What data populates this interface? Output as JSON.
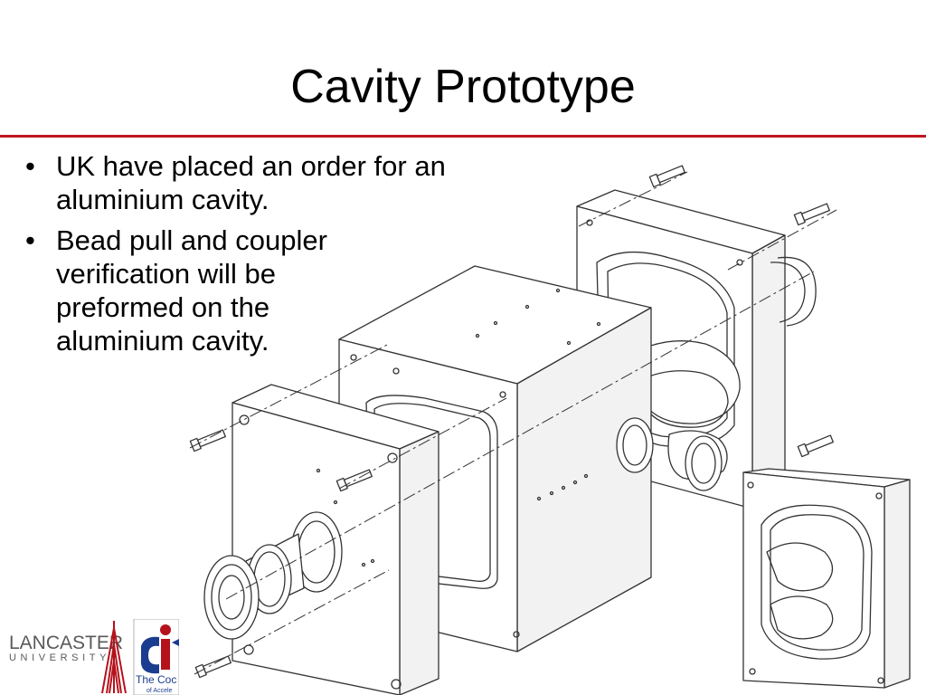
{
  "slide": {
    "title": "Cavity Prototype",
    "bullets": [
      "UK have placed an order for an aluminium cavity.",
      "Bead pull and coupler verification will be preformed on the aluminium cavity."
    ]
  },
  "logos": {
    "lancaster_top": "LANCASTER",
    "lancaster_bottom": "UNIVERSITY",
    "cockcroft_line1": "The Coc",
    "cockcroft_line2": "of Accele"
  },
  "colors": {
    "accent_rule": "#c0171f",
    "logo_red": "#b5121b",
    "logo_navy": "#1b3d8f",
    "drawing_stroke": "#333333"
  }
}
